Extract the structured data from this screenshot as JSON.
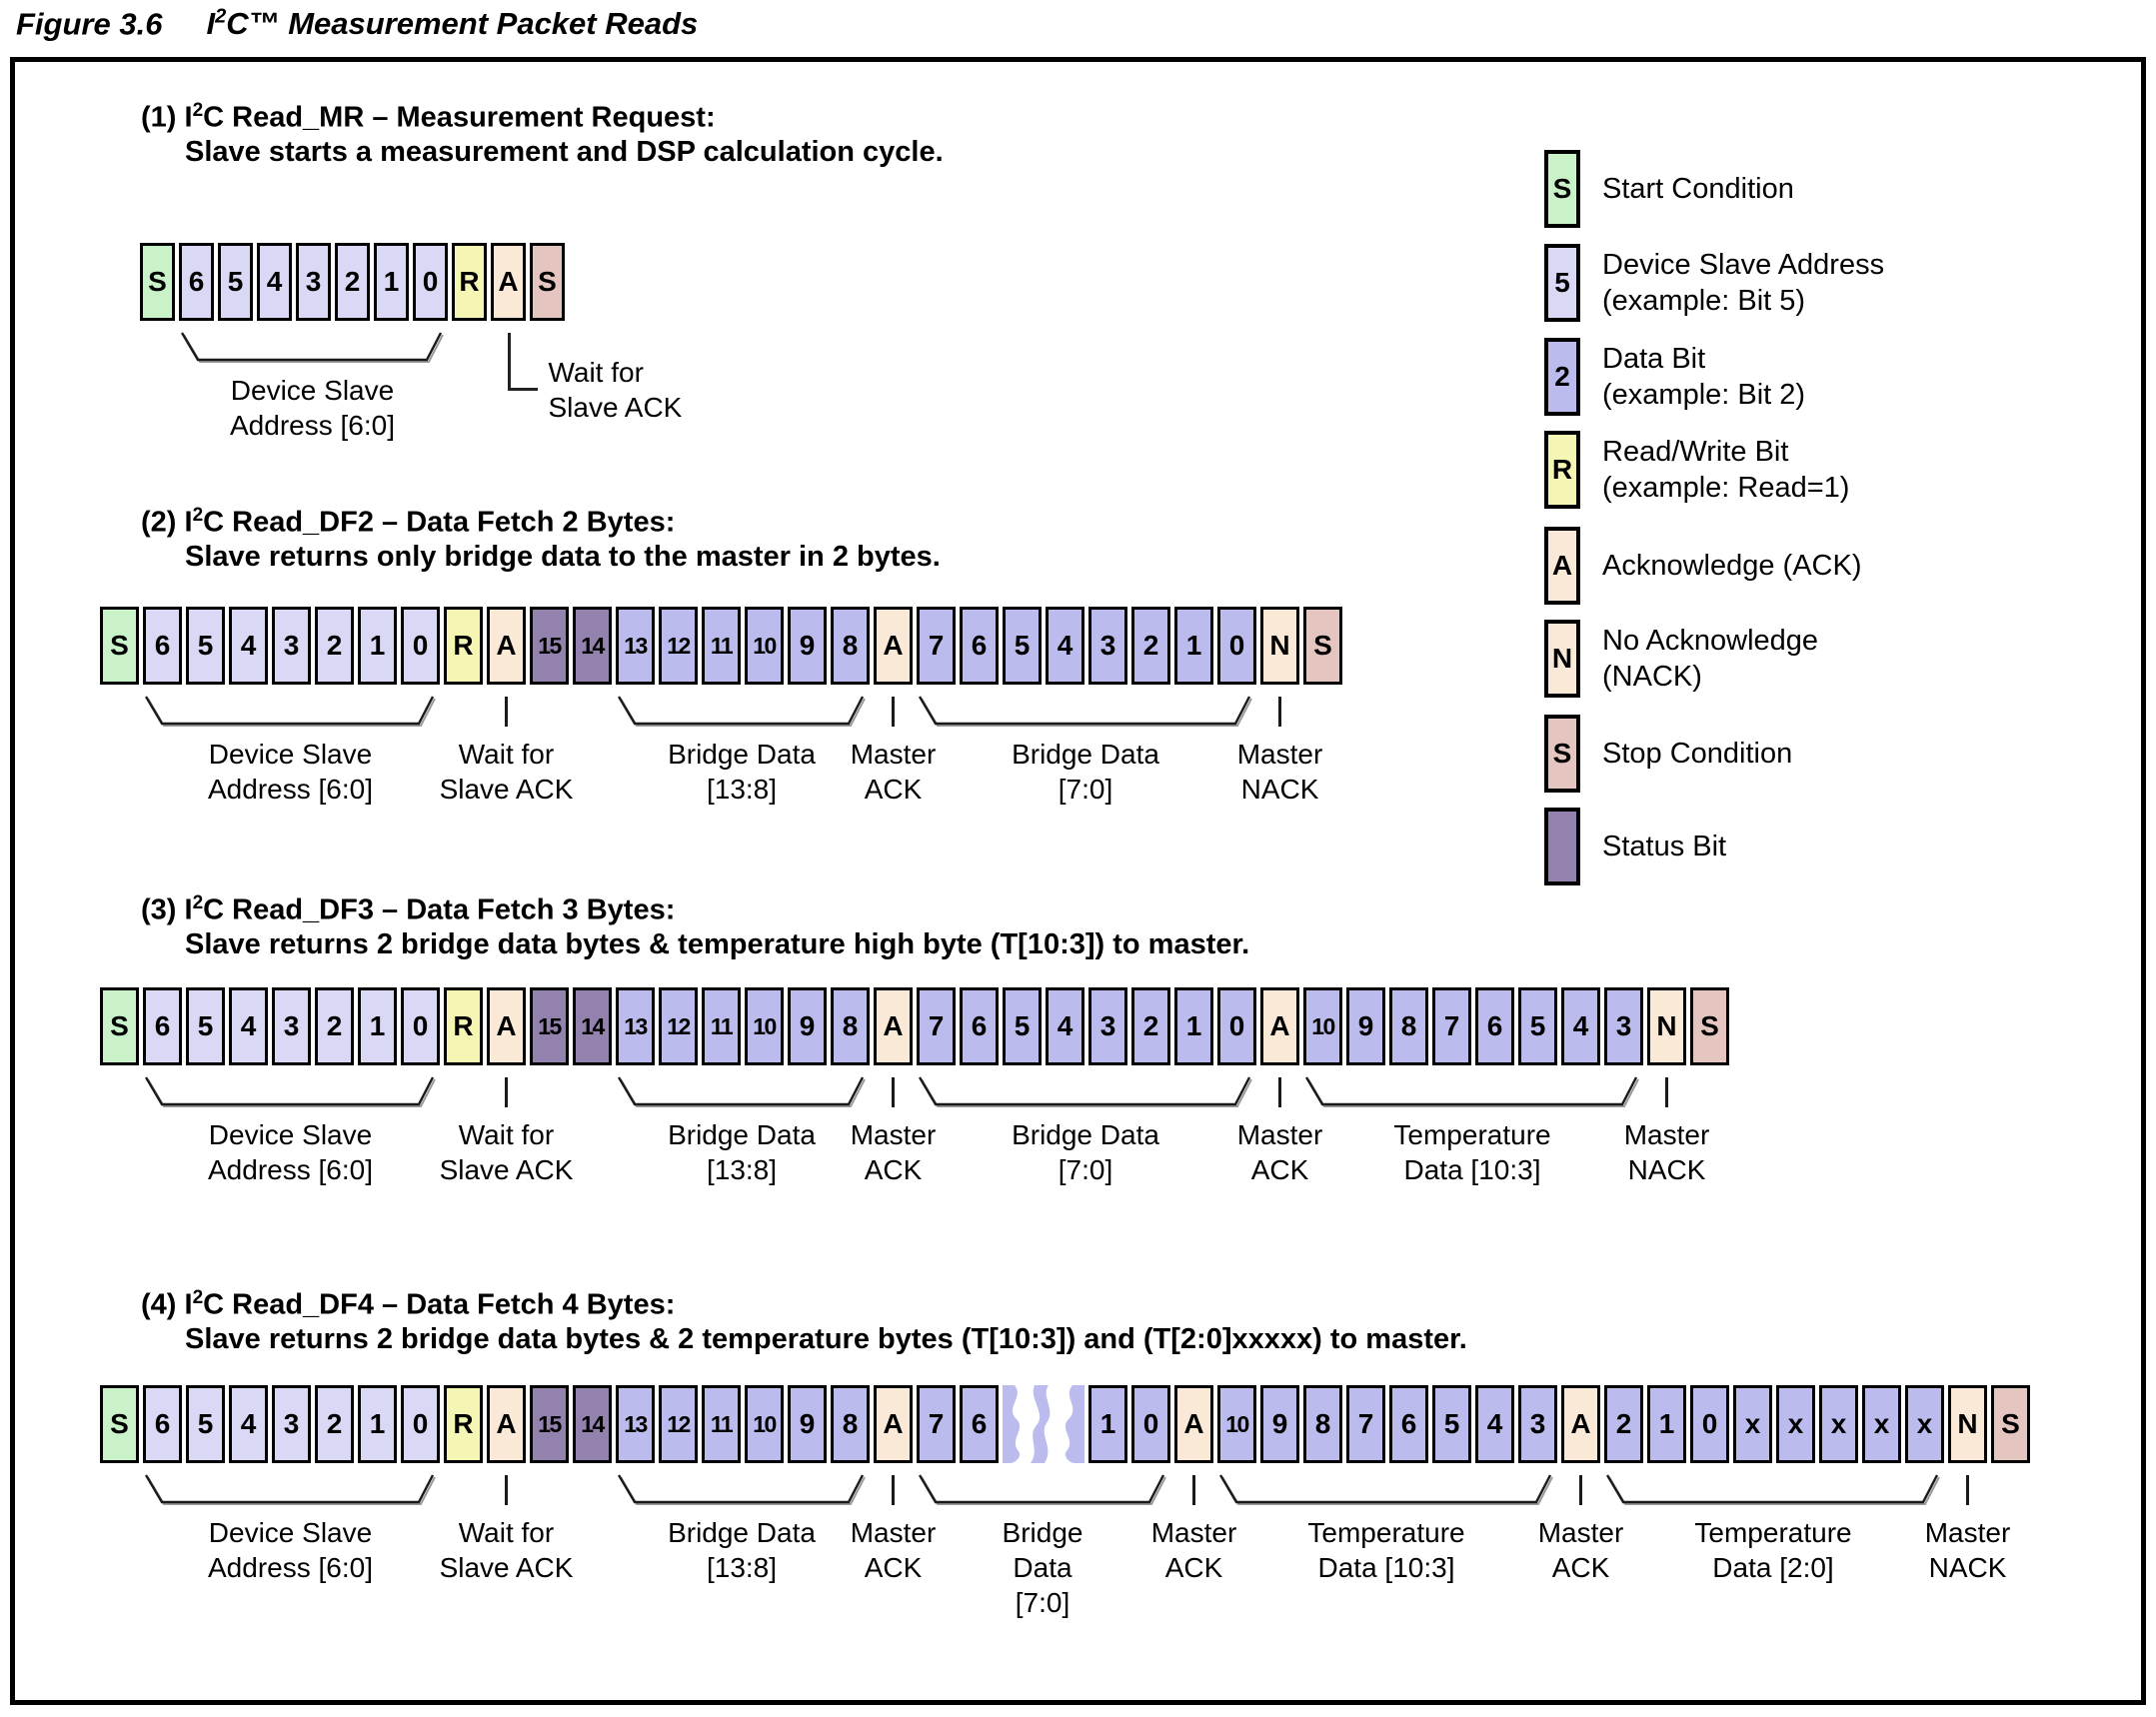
{
  "figure": {
    "label": "Figure 3.6",
    "title_pre": "I",
    "title_sup": "2",
    "title_post": "C™ Measurement Packet Reads"
  },
  "colors": {
    "start": "#c9f2c9",
    "addr": "#d9d9f6",
    "data": "#bbbbee",
    "rw": "#f6f6b4",
    "ack": "#fbe9d8",
    "nack": "#fbe9d8",
    "stop": "#e4c5c0",
    "status": "#9282ad"
  },
  "legend": {
    "items": [
      {
        "letter": "S",
        "type": "start",
        "lines": [
          "Start Condition"
        ]
      },
      {
        "letter": "5",
        "type": "addr",
        "lines": [
          "Device Slave Address",
          "(example: Bit 5)"
        ]
      },
      {
        "letter": "2",
        "type": "data",
        "lines": [
          "Data Bit",
          "(example: Bit 2)"
        ]
      },
      {
        "letter": "R",
        "type": "rw",
        "lines": [
          "Read/Write Bit",
          "(example: Read=1)"
        ]
      },
      {
        "letter": "A",
        "type": "ack",
        "lines": [
          "Acknowledge (ACK)"
        ]
      },
      {
        "letter": "N",
        "type": "nack",
        "lines": [
          "No Acknowledge",
          "(NACK)"
        ]
      },
      {
        "letter": "S",
        "type": "stop",
        "lines": [
          "Stop Condition"
        ]
      },
      {
        "letter": "",
        "type": "status",
        "lines": [
          "Status Bit"
        ]
      }
    ]
  },
  "packets": [
    {
      "heading_pre": "(1) I",
      "heading_sup": "2",
      "heading_post": "C Read_MR – Measurement Request:",
      "subheading": "Slave starts a measurement and DSP calculation cycle.",
      "cells": [
        [
          "S",
          "start"
        ],
        [
          "6",
          "addr"
        ],
        [
          "5",
          "addr"
        ],
        [
          "4",
          "addr"
        ],
        [
          "3",
          "addr"
        ],
        [
          "2",
          "addr"
        ],
        [
          "1",
          "addr"
        ],
        [
          "0",
          "addr"
        ],
        [
          "R",
          "rw"
        ],
        [
          "A",
          "ack"
        ],
        [
          "S",
          "stop"
        ]
      ],
      "annotations": [
        {
          "kind": "brace",
          "from": 1,
          "to": 7,
          "lines": [
            "Device Slave",
            "Address [6:0]"
          ]
        },
        {
          "kind": "elbow",
          "at": 9,
          "lines": [
            "Wait for",
            "Slave ACK"
          ]
        }
      ]
    },
    {
      "heading_pre": "(2) I",
      "heading_sup": "2",
      "heading_post": "C Read_DF2 – Data Fetch 2 Bytes:",
      "subheading": "Slave returns only bridge data to the master in 2 bytes.",
      "cells": [
        [
          "S",
          "start"
        ],
        [
          "6",
          "addr"
        ],
        [
          "5",
          "addr"
        ],
        [
          "4",
          "addr"
        ],
        [
          "3",
          "addr"
        ],
        [
          "2",
          "addr"
        ],
        [
          "1",
          "addr"
        ],
        [
          "0",
          "addr"
        ],
        [
          "R",
          "rw"
        ],
        [
          "A",
          "ack"
        ],
        [
          "15",
          "status"
        ],
        [
          "14",
          "status"
        ],
        [
          "13",
          "data"
        ],
        [
          "12",
          "data"
        ],
        [
          "11",
          "data"
        ],
        [
          "10",
          "data"
        ],
        [
          "9",
          "data"
        ],
        [
          "8",
          "data"
        ],
        [
          "A",
          "ack"
        ],
        [
          "7",
          "data"
        ],
        [
          "6",
          "data"
        ],
        [
          "5",
          "data"
        ],
        [
          "4",
          "data"
        ],
        [
          "3",
          "data"
        ],
        [
          "2",
          "data"
        ],
        [
          "1",
          "data"
        ],
        [
          "0",
          "data"
        ],
        [
          "N",
          "nack"
        ],
        [
          "S",
          "stop"
        ]
      ],
      "annotations": [
        {
          "kind": "brace",
          "from": 1,
          "to": 7,
          "lines": [
            "Device Slave",
            "Address [6:0]"
          ]
        },
        {
          "kind": "tick",
          "at": 9,
          "lines": [
            "Wait for",
            "Slave ACK"
          ]
        },
        {
          "kind": "brace",
          "from": 12,
          "to": 17,
          "lines": [
            "Bridge Data",
            "[13:8]"
          ]
        },
        {
          "kind": "tick",
          "at": 18,
          "lines": [
            "Master",
            "ACK"
          ]
        },
        {
          "kind": "brace",
          "from": 19,
          "to": 26,
          "lines": [
            "Bridge Data",
            "[7:0]"
          ]
        },
        {
          "kind": "tick",
          "at": 27,
          "lines": [
            "Master",
            "NACK"
          ]
        }
      ]
    },
    {
      "heading_pre": "(3) I",
      "heading_sup": "2",
      "heading_post": "C Read_DF3 – Data Fetch 3 Bytes:",
      "subheading": "Slave returns 2 bridge data bytes & temperature high byte (T[10:3]) to master.",
      "cells": [
        [
          "S",
          "start"
        ],
        [
          "6",
          "addr"
        ],
        [
          "5",
          "addr"
        ],
        [
          "4",
          "addr"
        ],
        [
          "3",
          "addr"
        ],
        [
          "2",
          "addr"
        ],
        [
          "1",
          "addr"
        ],
        [
          "0",
          "addr"
        ],
        [
          "R",
          "rw"
        ],
        [
          "A",
          "ack"
        ],
        [
          "15",
          "status"
        ],
        [
          "14",
          "status"
        ],
        [
          "13",
          "data"
        ],
        [
          "12",
          "data"
        ],
        [
          "11",
          "data"
        ],
        [
          "10",
          "data"
        ],
        [
          "9",
          "data"
        ],
        [
          "8",
          "data"
        ],
        [
          "A",
          "ack"
        ],
        [
          "7",
          "data"
        ],
        [
          "6",
          "data"
        ],
        [
          "5",
          "data"
        ],
        [
          "4",
          "data"
        ],
        [
          "3",
          "data"
        ],
        [
          "2",
          "data"
        ],
        [
          "1",
          "data"
        ],
        [
          "0",
          "data"
        ],
        [
          "A",
          "ack"
        ],
        [
          "10",
          "data"
        ],
        [
          "9",
          "data"
        ],
        [
          "8",
          "data"
        ],
        [
          "7",
          "data"
        ],
        [
          "6",
          "data"
        ],
        [
          "5",
          "data"
        ],
        [
          "4",
          "data"
        ],
        [
          "3",
          "data"
        ],
        [
          "N",
          "nack"
        ],
        [
          "S",
          "stop"
        ]
      ],
      "annotations": [
        {
          "kind": "brace",
          "from": 1,
          "to": 7,
          "lines": [
            "Device Slave",
            "Address [6:0]"
          ]
        },
        {
          "kind": "tick",
          "at": 9,
          "lines": [
            "Wait for",
            "Slave ACK"
          ]
        },
        {
          "kind": "brace",
          "from": 12,
          "to": 17,
          "lines": [
            "Bridge Data",
            "[13:8]"
          ]
        },
        {
          "kind": "tick",
          "at": 18,
          "lines": [
            "Master",
            "ACK"
          ]
        },
        {
          "kind": "brace",
          "from": 19,
          "to": 26,
          "lines": [
            "Bridge Data",
            "[7:0]"
          ]
        },
        {
          "kind": "tick",
          "at": 27,
          "lines": [
            "Master",
            "ACK"
          ]
        },
        {
          "kind": "brace",
          "from": 28,
          "to": 35,
          "lines": [
            "Temperature",
            "Data [10:3]"
          ]
        },
        {
          "kind": "tick",
          "at": 36,
          "lines": [
            "Master",
            "NACK"
          ]
        }
      ]
    },
    {
      "heading_pre": "(4) I",
      "heading_sup": "2",
      "heading_post": "C Read_DF4 – Data Fetch 4 Bytes:",
      "subheading": "Slave returns 2 bridge data bytes & 2 temperature bytes (T[10:3]) and (T[2:0]xxxxx) to master.",
      "cells": [
        [
          "S",
          "start"
        ],
        [
          "6",
          "addr"
        ],
        [
          "5",
          "addr"
        ],
        [
          "4",
          "addr"
        ],
        [
          "3",
          "addr"
        ],
        [
          "2",
          "addr"
        ],
        [
          "1",
          "addr"
        ],
        [
          "0",
          "addr"
        ],
        [
          "R",
          "rw"
        ],
        [
          "A",
          "ack"
        ],
        [
          "15",
          "status"
        ],
        [
          "14",
          "status"
        ],
        [
          "13",
          "data"
        ],
        [
          "12",
          "data"
        ],
        [
          "11",
          "data"
        ],
        [
          "10",
          "data"
        ],
        [
          "9",
          "data"
        ],
        [
          "8",
          "data"
        ],
        [
          "A",
          "ack"
        ],
        [
          "7",
          "data"
        ],
        [
          "6",
          "data"
        ],
        [
          "",
          "tear"
        ],
        [
          "1",
          "data"
        ],
        [
          "0",
          "data"
        ],
        [
          "A",
          "ack"
        ],
        [
          "10",
          "data"
        ],
        [
          "9",
          "data"
        ],
        [
          "8",
          "data"
        ],
        [
          "7",
          "data"
        ],
        [
          "6",
          "data"
        ],
        [
          "5",
          "data"
        ],
        [
          "4",
          "data"
        ],
        [
          "3",
          "data"
        ],
        [
          "A",
          "ack"
        ],
        [
          "2",
          "data"
        ],
        [
          "1",
          "data"
        ],
        [
          "0",
          "data"
        ],
        [
          "x",
          "data"
        ],
        [
          "x",
          "data"
        ],
        [
          "x",
          "data"
        ],
        [
          "x",
          "data"
        ],
        [
          "x",
          "data"
        ],
        [
          "N",
          "nack"
        ],
        [
          "S",
          "stop"
        ]
      ],
      "annotations": [
        {
          "kind": "brace",
          "from": 1,
          "to": 7,
          "lines": [
            "Device Slave",
            "Address [6:0]"
          ]
        },
        {
          "kind": "tick",
          "at": 9,
          "lines": [
            "Wait for",
            "Slave ACK"
          ]
        },
        {
          "kind": "brace",
          "from": 12,
          "to": 17,
          "lines": [
            "Bridge Data",
            "[13:8]"
          ]
        },
        {
          "kind": "tick",
          "at": 18,
          "lines": [
            "Master",
            "ACK"
          ]
        },
        {
          "kind": "brace",
          "from": 19,
          "to": 23,
          "lines": [
            "Bridge",
            "Data",
            "[7:0]"
          ]
        },
        {
          "kind": "tick",
          "at": 24,
          "lines": [
            "Master",
            "ACK"
          ]
        },
        {
          "kind": "brace",
          "from": 25,
          "to": 32,
          "lines": [
            "Temperature",
            "Data [10:3]"
          ]
        },
        {
          "kind": "tick",
          "at": 33,
          "lines": [
            "Master",
            "ACK"
          ]
        },
        {
          "kind": "brace",
          "from": 34,
          "to": 41,
          "lines": [
            "Temperature",
            "Data [2:0]"
          ]
        },
        {
          "kind": "tick",
          "at": 42,
          "lines": [
            "Master",
            "NACK"
          ]
        }
      ]
    }
  ]
}
